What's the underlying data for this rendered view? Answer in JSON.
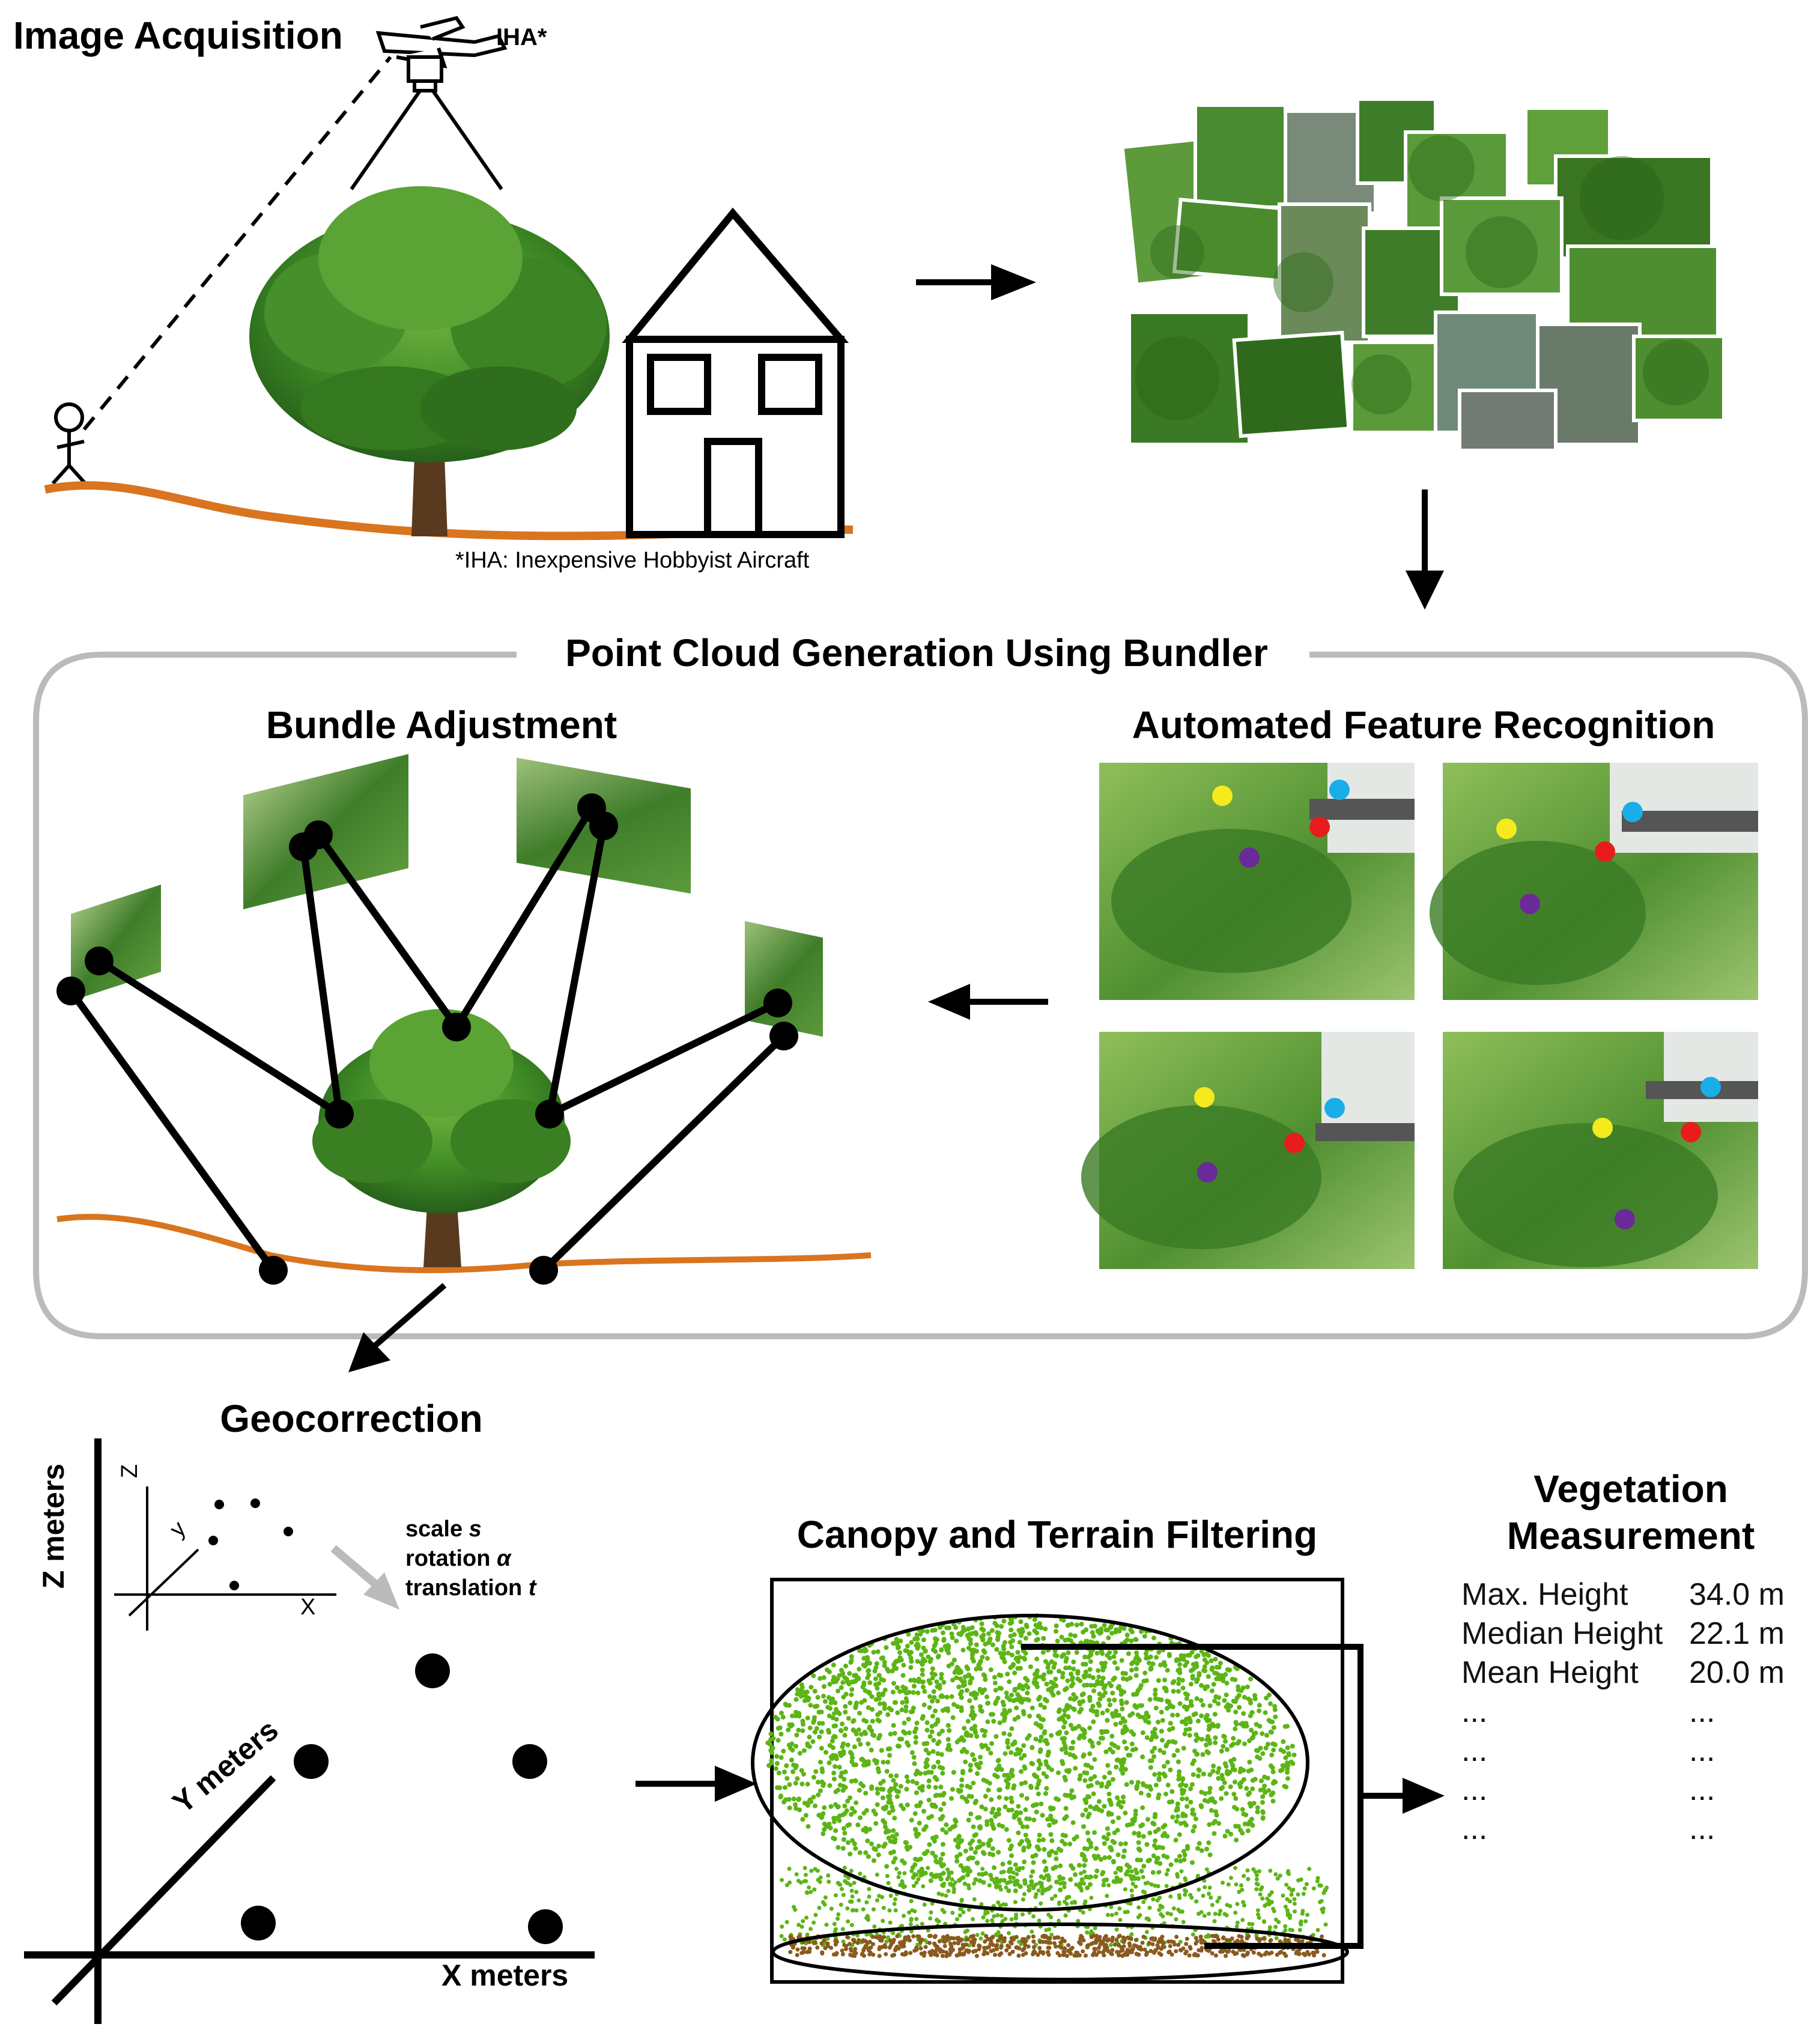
{
  "image_acquisition": {
    "title": "Image Acquisition",
    "aircraft_label": "IHA*",
    "footnote": "*IHA: Inexpensive Hobbyist Aircraft"
  },
  "point_cloud": {
    "title": "Point Cloud Generation Using Bundler",
    "bundle_adjustment": "Bundle Adjustment",
    "feature_recognition": "Automated Feature Recognition"
  },
  "geocorrection": {
    "title": "Geocorrection",
    "inset_axes": {
      "z": "Z",
      "y": "y",
      "x": "X"
    },
    "params": [
      "scale",
      "rotation",
      "translation"
    ],
    "param_symbols": [
      "s",
      "α",
      "t"
    ],
    "axis_z": "Z meters",
    "axis_y": "Y meters",
    "axis_x": "X meters"
  },
  "filtering": {
    "title": "Canopy and Terrain Filtering"
  },
  "vegetation": {
    "title_line1": "Vegetation",
    "title_line2": "Measurement",
    "rows": [
      {
        "label": "Max. Height",
        "value": "34.0 m"
      },
      {
        "label": "Median Height",
        "value": "22.1 m"
      },
      {
        "label": "Mean Height",
        "value": "20.0 m"
      },
      {
        "label": "...",
        "value": "..."
      },
      {
        "label": "...",
        "value": "..."
      },
      {
        "label": "...",
        "value": "..."
      },
      {
        "label": "...",
        "value": "..."
      }
    ]
  },
  "colors": {
    "ground": "#d9751f",
    "canopy_points": "#5cb515",
    "terrain_points": "#8a5a1e",
    "frame": "#bbbbbb",
    "marker_yellow": "#f5ea1c",
    "marker_blue": "#1aaee8",
    "marker_red": "#e81c1c",
    "marker_purple": "#6a2a9a"
  }
}
